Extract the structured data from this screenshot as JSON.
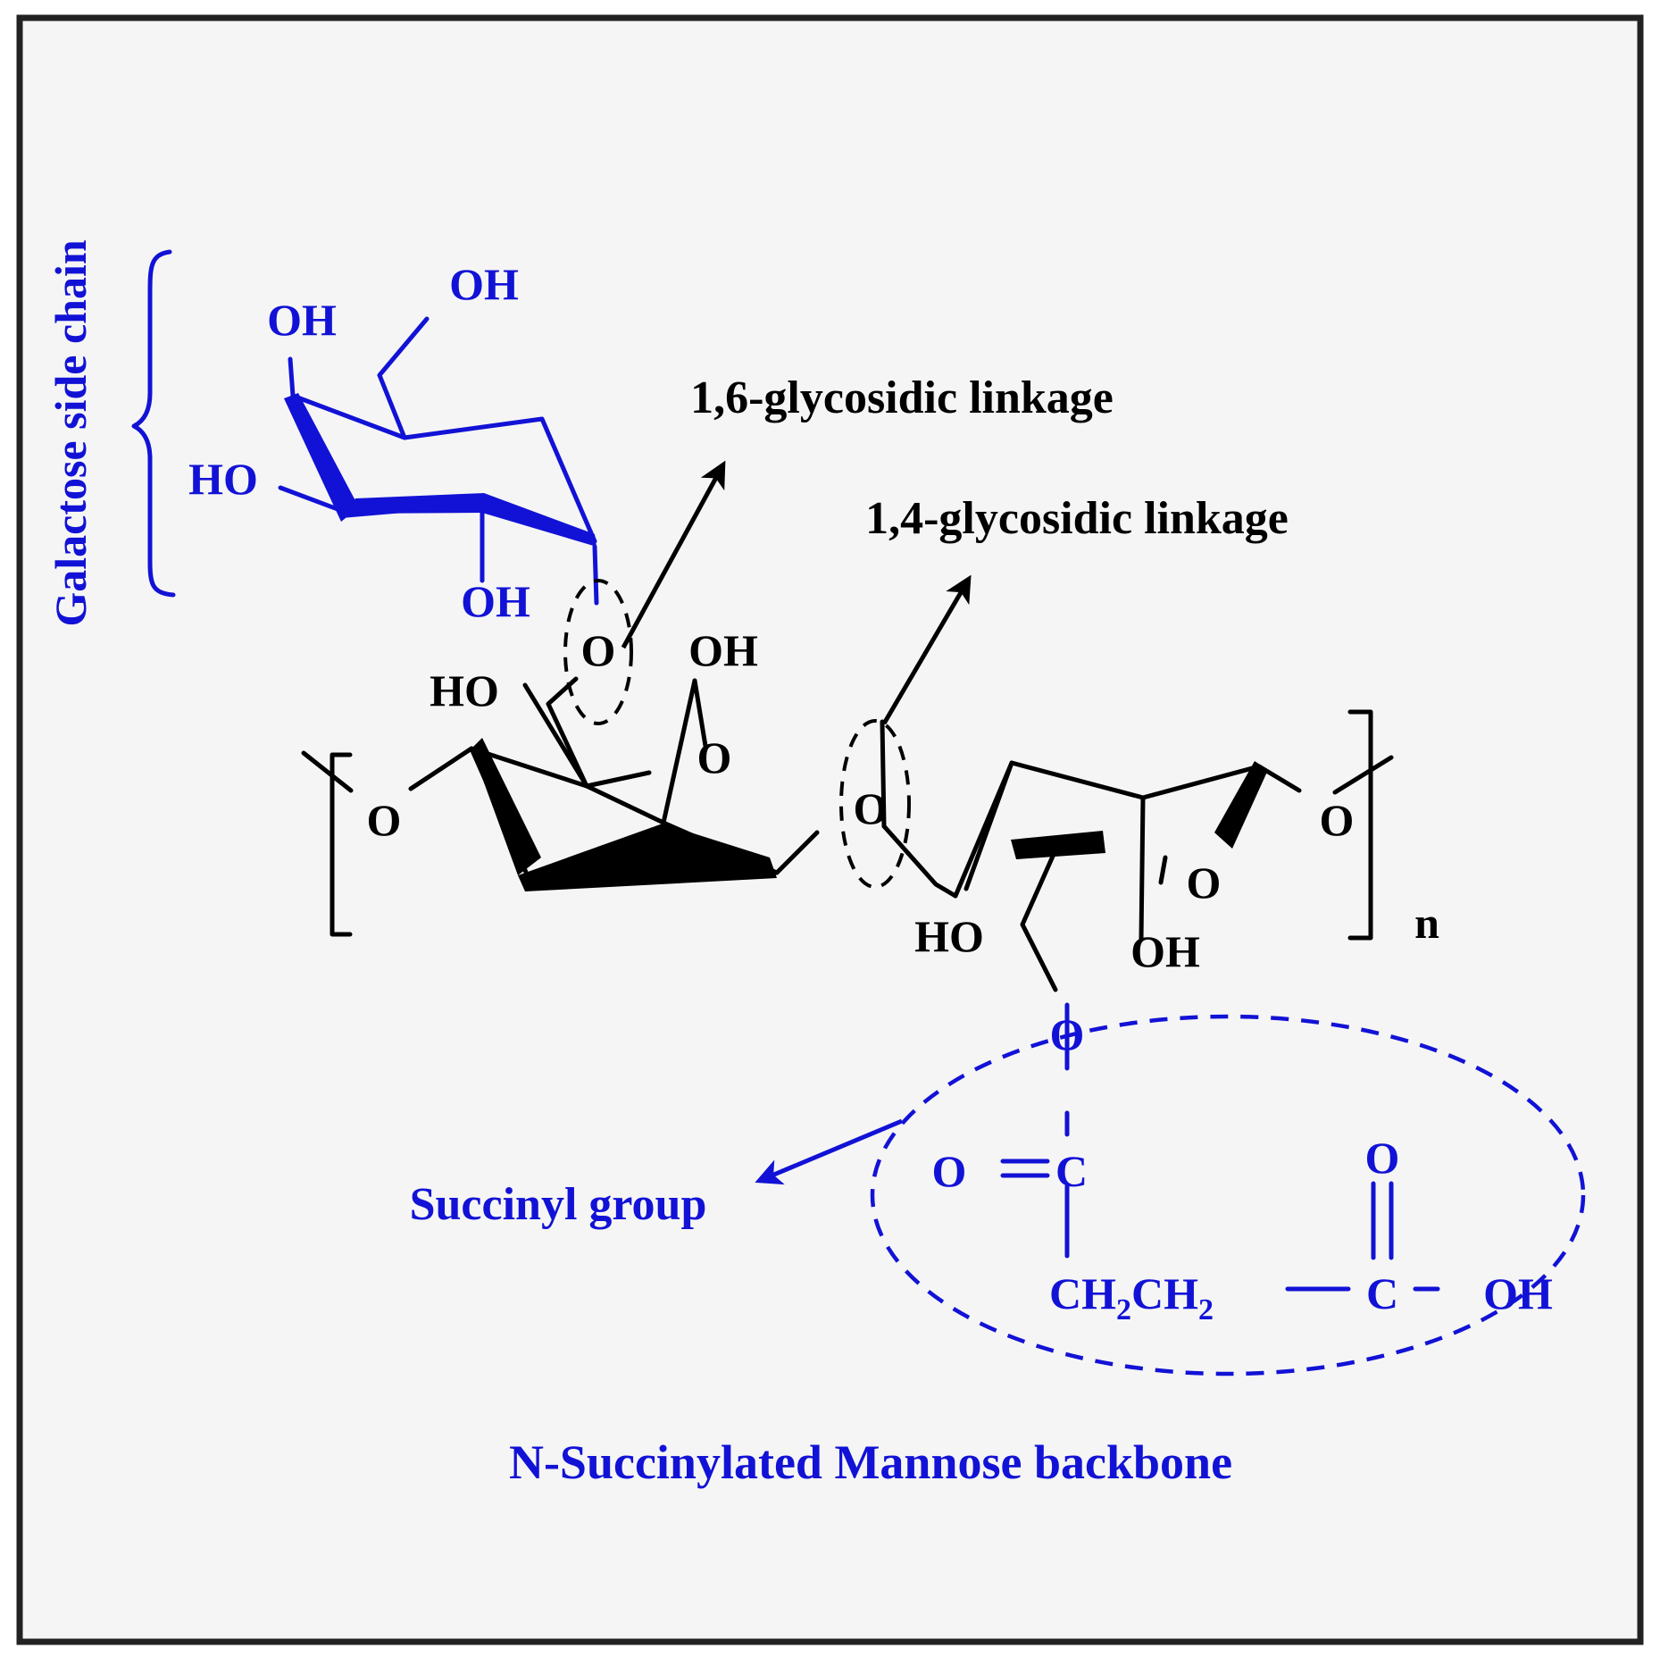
{
  "labels": {
    "galactose_side_chain": "Galactose side chain",
    "linkage_16": "1,6-glycosidic linkage",
    "linkage_14": "1,4-glycosidic linkage",
    "succinyl_group": "Succinyl group",
    "backbone_caption": "N-Succinylated Mannose backbone",
    "repeat_n": "n"
  },
  "atoms": {
    "gal_oh_top": "OH",
    "gal_oh_left": "OH",
    "gal_ho": "HO",
    "gal_oh_bottom": "OH",
    "link16_o": "O",
    "man1_ho": "HO",
    "man1_oh": "OH",
    "man1_ring_o": "O",
    "man1_left_o": "O",
    "link14_o": "O",
    "man2_ring_o": "O",
    "man2_right_o": "O",
    "man2_ho": "HO",
    "man2_oh": "OH",
    "succ_o": "O",
    "succ_o_left": "O",
    "succ_c1": "C",
    "succ_o_top": "O",
    "succ_ch2_a": "CH",
    "succ_sub_a": "2",
    "succ_ch2_b": "CH",
    "succ_sub_b": "2",
    "succ_c2": "C",
    "succ_oh": "OH"
  },
  "colors": {
    "frame_bg": "#f5f5f5",
    "frame_border": "#222222",
    "black": "#000000",
    "blue": "#1212d6"
  }
}
